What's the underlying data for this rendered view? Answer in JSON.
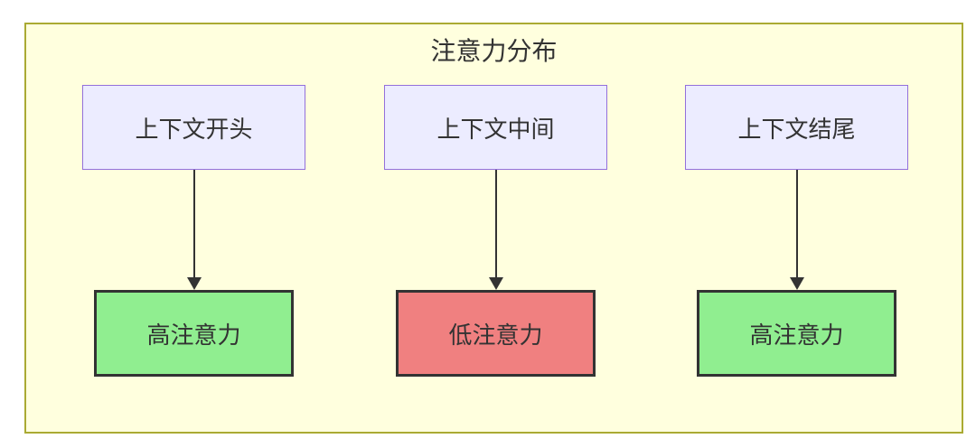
{
  "diagram": {
    "title": "注意力分布",
    "columns": [
      {
        "source_label": "上下文开头",
        "target_label": "高注意力",
        "target_type": "high"
      },
      {
        "source_label": "上下文中间",
        "target_label": "低注意力",
        "target_type": "low"
      },
      {
        "source_label": "上下文结尾",
        "target_label": "高注意力",
        "target_type": "high"
      }
    ],
    "colors": {
      "container_bg": "#ffffde",
      "container_border": "#aaaa33",
      "source_node_bg": "#ececff",
      "source_node_border": "#9370db",
      "high_attention_bg": "#90ee90",
      "low_attention_bg": "#f08080",
      "target_node_border": "#333333",
      "arrow": "#333333",
      "text": "#333333"
    }
  }
}
